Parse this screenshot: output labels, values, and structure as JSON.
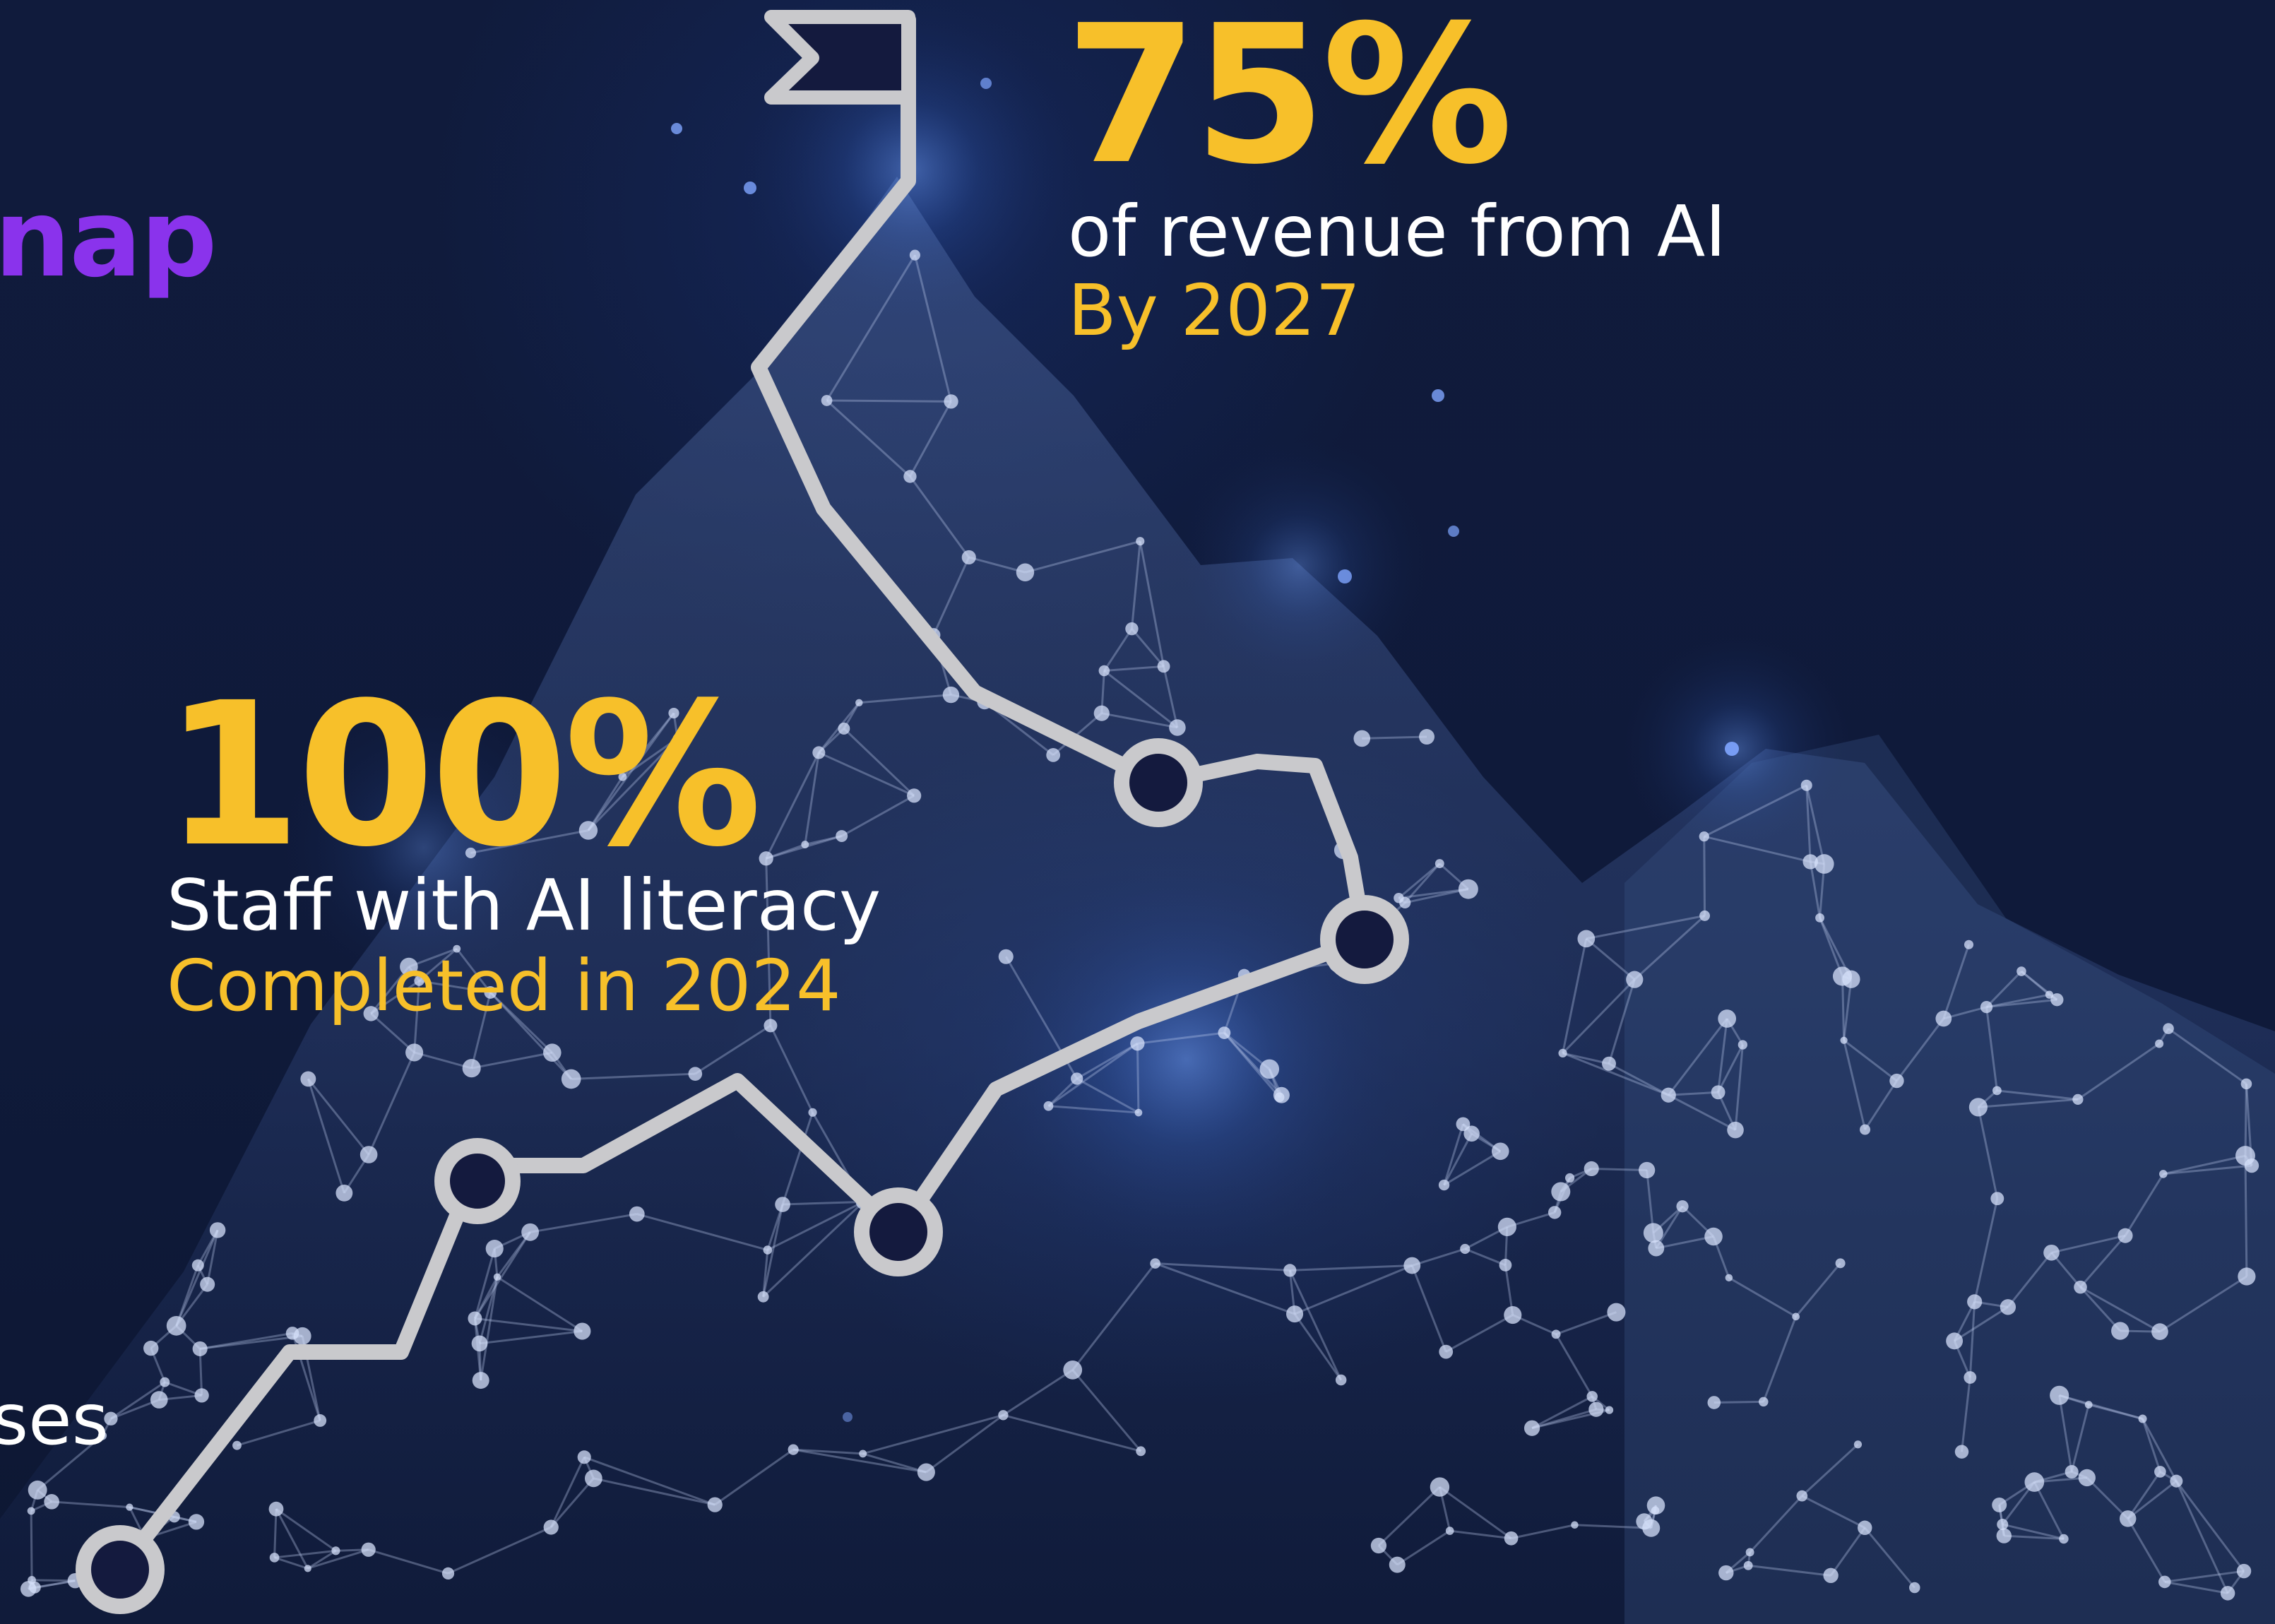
{
  "title_fragment": "nap",
  "milestones": [
    {
      "id": "top",
      "value": "75%",
      "label": "of revenue from AI",
      "subtext": "By 2027"
    },
    {
      "id": "middle",
      "value": "100%",
      "label": "Staff with AI literacy",
      "subtext": "Completed in 2024"
    }
  ],
  "left_text_fragment": "ses",
  "colors": {
    "background": "#0f1a38",
    "accent_yellow": "#f7c02a",
    "title_purple": "#8a33ec",
    "path_gray": "#c9c9cc",
    "node_fill": "#141a3e",
    "mesh_line": "#b9c8ec"
  },
  "icons": {
    "summit_flag": "flag-icon",
    "route_markers": "circle-marker-icon"
  }
}
